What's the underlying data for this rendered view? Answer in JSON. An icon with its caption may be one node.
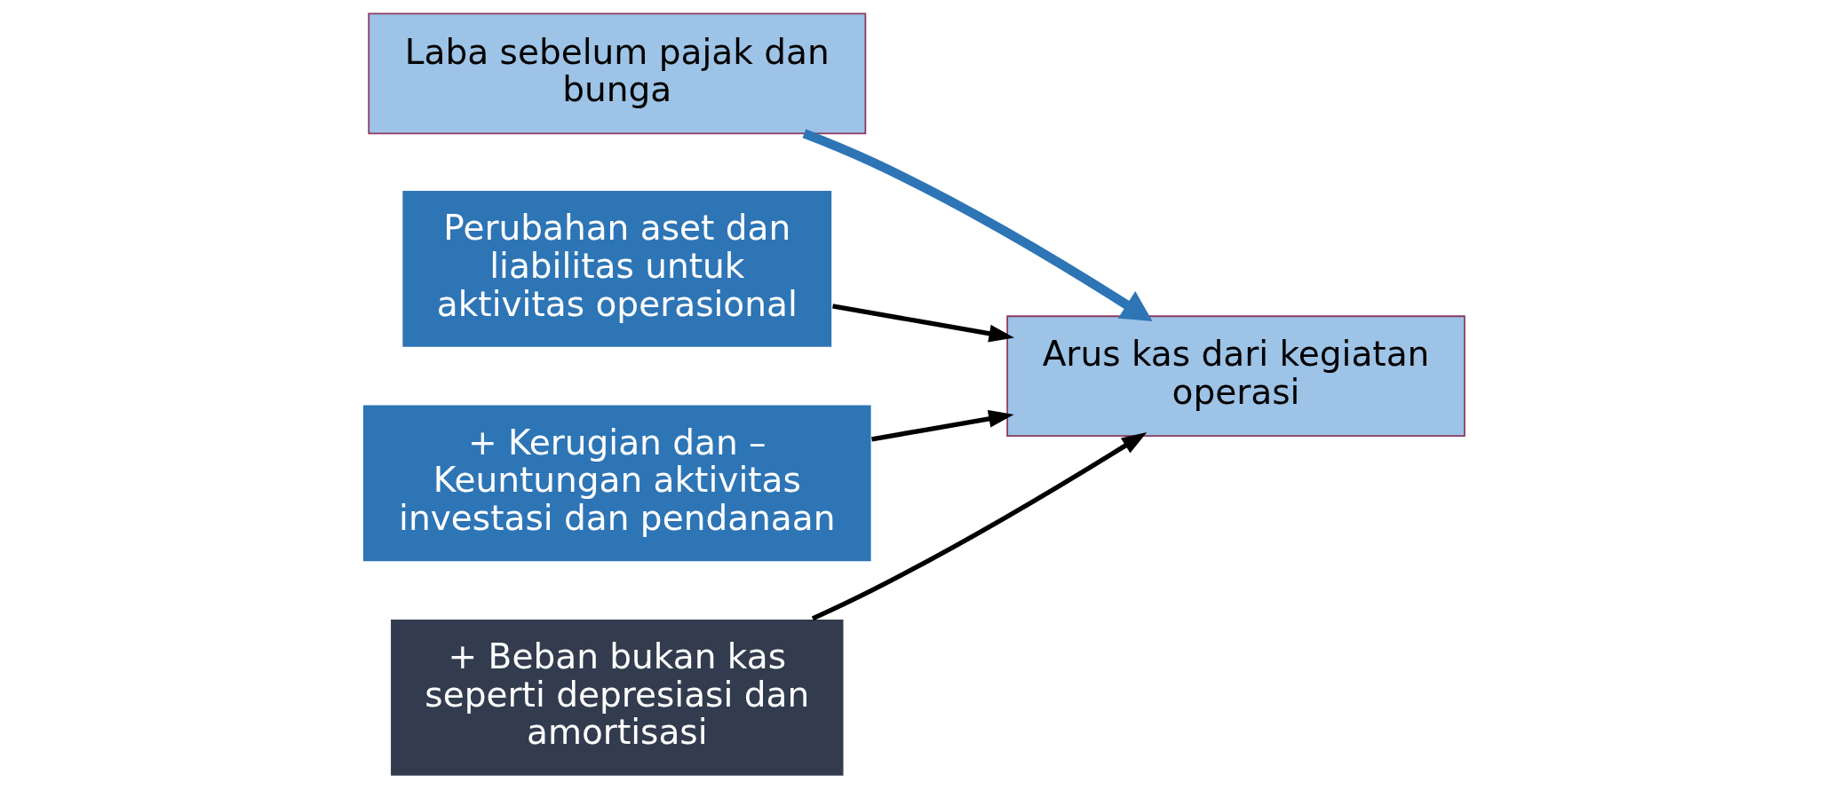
{
  "diagram": {
    "nodes": [
      {
        "text": [
          "Laba sebelum pajak dan bunga"
        ]
      },
      {
        "text": [
          "Perubahan aset dan liabilitas untuk aktivitas operasional"
        ]
      },
      {
        "text": [
          "Arus kas dari kegiatan operasi"
        ]
      },
      {
        "text": [
          "+ Kerugian dan – Keuntungan aktivitas investasi dan pendanaan"
        ]
      },
      {
        "text": [
          "+ Beban bukan kas seperti depresiasi dan amortisasi"
        ]
      }
    ],
    "edges": [
      {
        "from": 0,
        "to": 2,
        "arrow": "to",
        "style": "thick",
        "color": "#2e75b6"
      },
      {
        "from": 1,
        "to": 2,
        "arrow": "to"
      },
      {
        "from": 3,
        "to": 2,
        "arrow": "to"
      },
      {
        "from": 4,
        "to": 2,
        "arrow": "to"
      }
    ]
  }
}
